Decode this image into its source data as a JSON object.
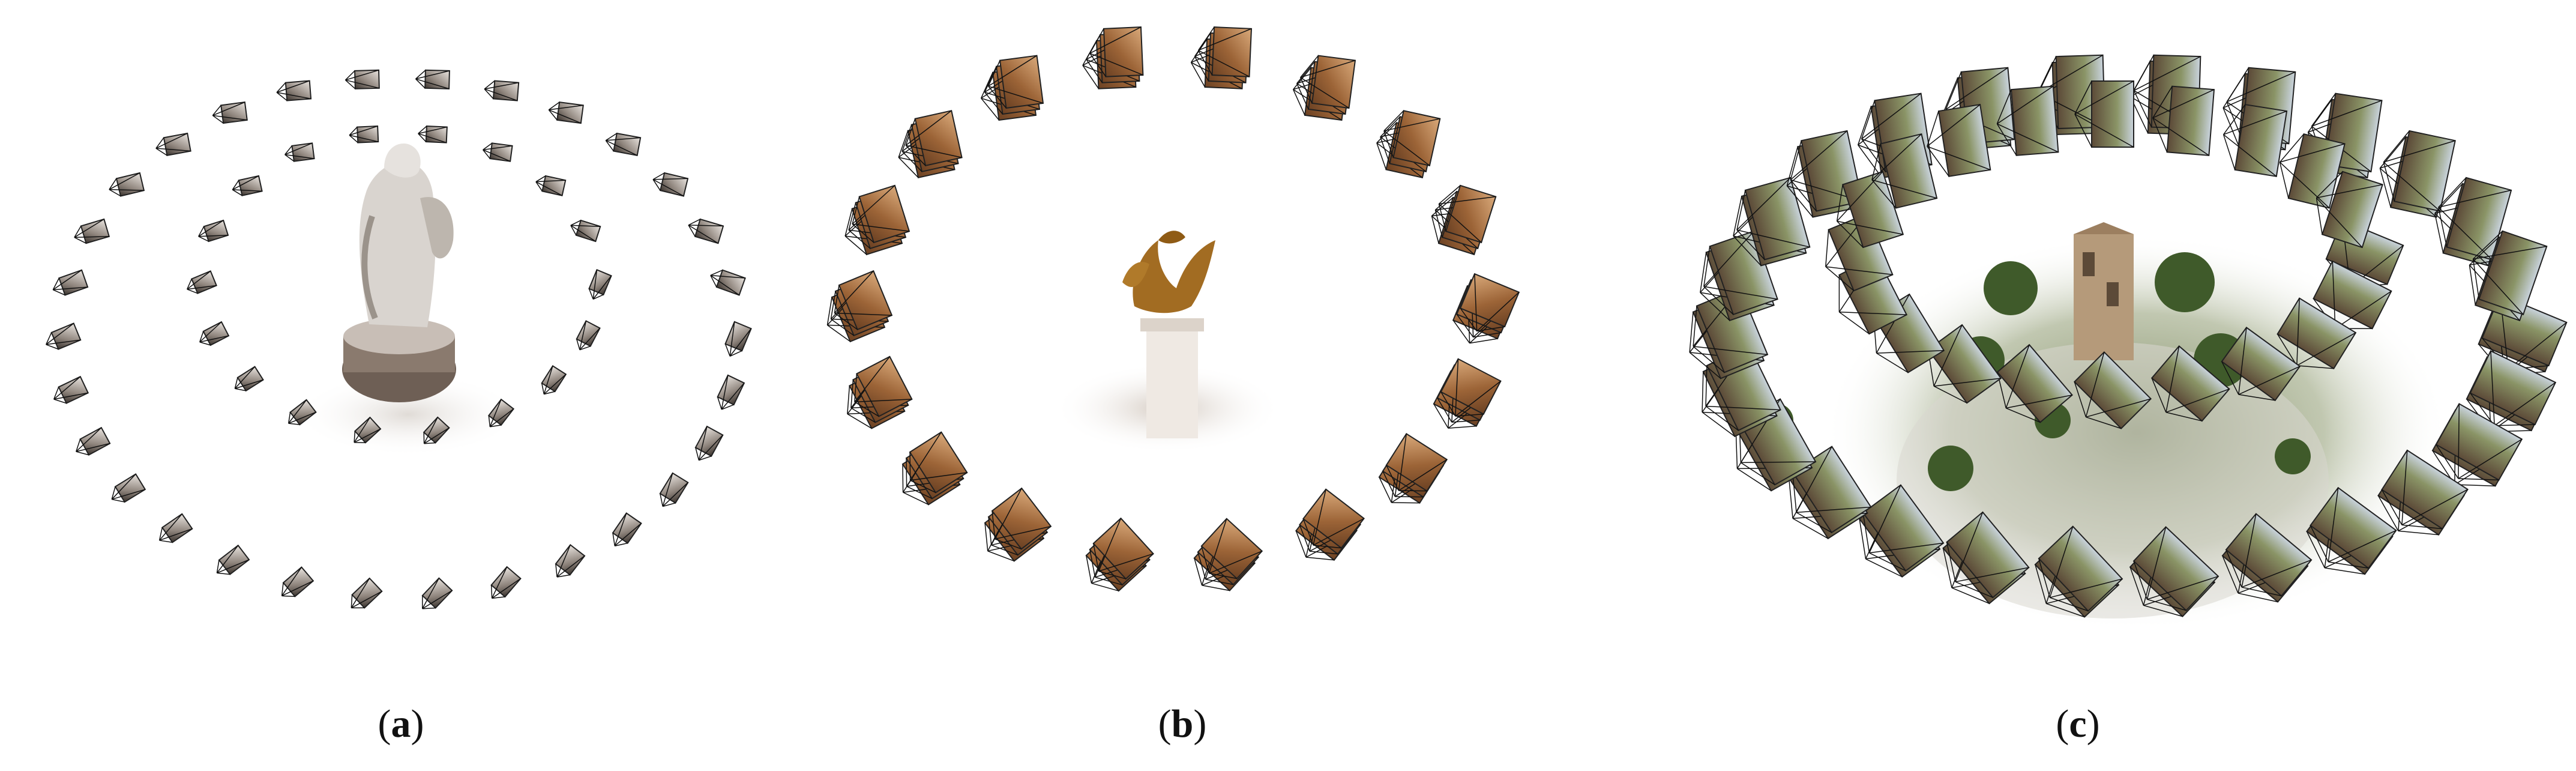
{
  "figure": {
    "panels": [
      {
        "id": "a",
        "caption_letter": "a",
        "subject": "statue",
        "tint": "#9a8f88"
      },
      {
        "id": "b",
        "caption_letter": "b",
        "subject": "eagle-monument",
        "tint": "#b07a48"
      },
      {
        "id": "c",
        "caption_letter": "c",
        "subject": "tower-aerial",
        "tint": "#6f7d52"
      }
    ]
  }
}
